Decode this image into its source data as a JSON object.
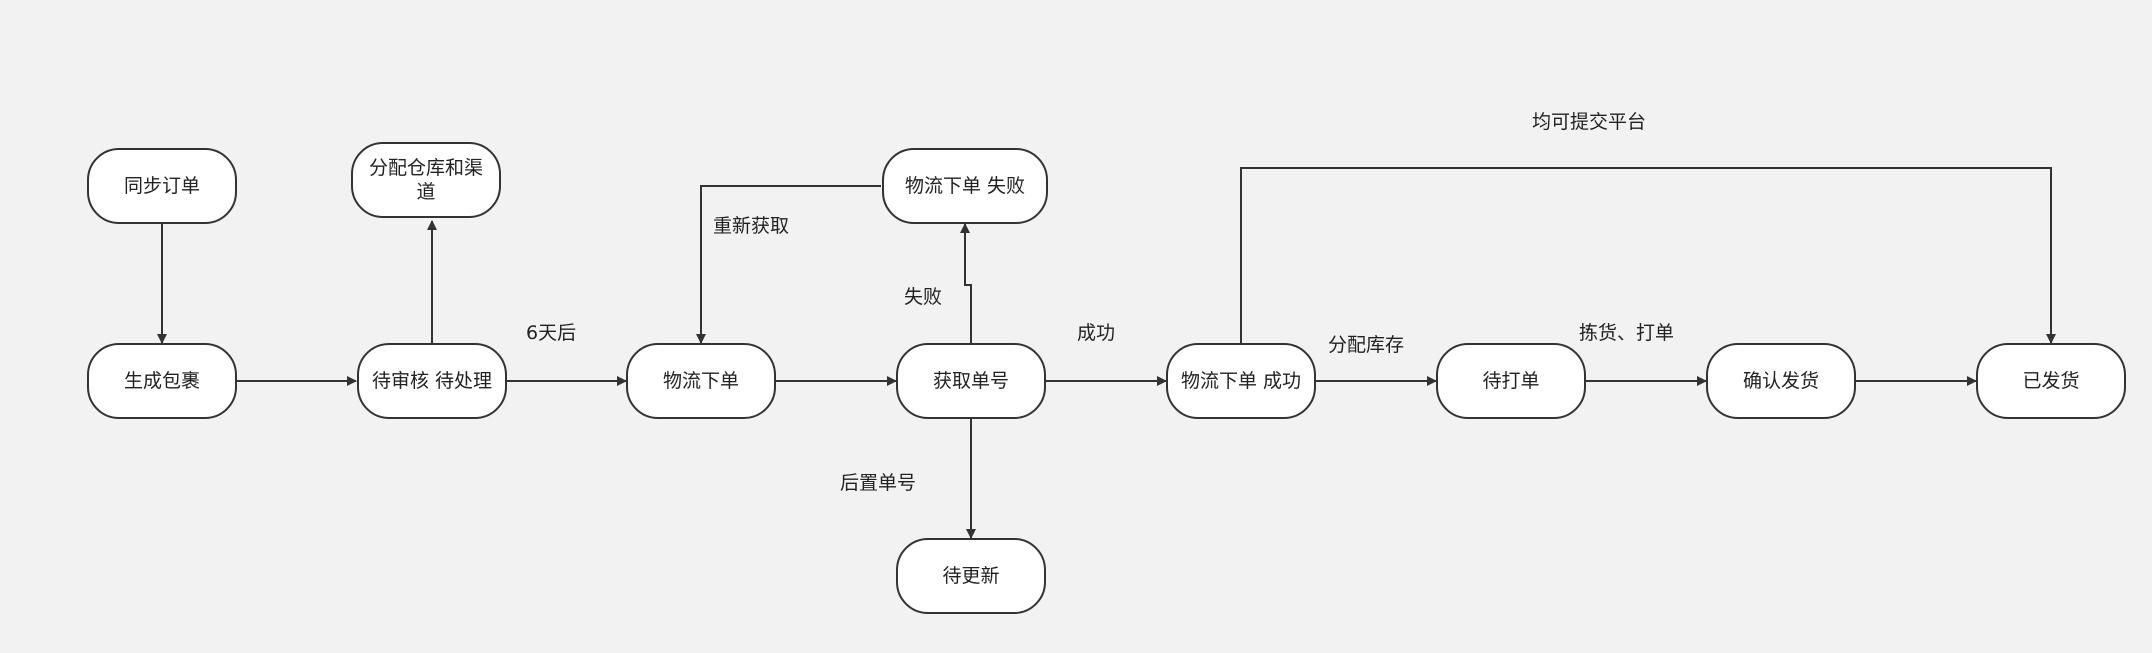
{
  "colors": {
    "background": "#f2f2f2",
    "node_fill": "#ffffff",
    "stroke": "#333333",
    "text": "#222222"
  },
  "nodes": {
    "sync_order": "同步订单",
    "generate_package": "生成包裹",
    "assign_warehouse": "分配仓库和渠道",
    "pending_review": "待审核 待处理",
    "logistics_order": "物流下单",
    "logistics_failed": "物流下单  失败",
    "get_tracking": "获取单号",
    "pending_update": "待更新",
    "logistics_success": "物流下单 成功",
    "pending_print": "待打单",
    "confirm_ship": "确认发货",
    "shipped": "已发货"
  },
  "edge_labels": {
    "after_6_days": "6天后",
    "reacquire": "重新获取",
    "failed": "失败",
    "success": "成功",
    "deferred_tracking": "后置单号",
    "allocate_stock": "分配库存",
    "pick_print": "拣货、打单",
    "submit_platform": "均可提交平台"
  }
}
